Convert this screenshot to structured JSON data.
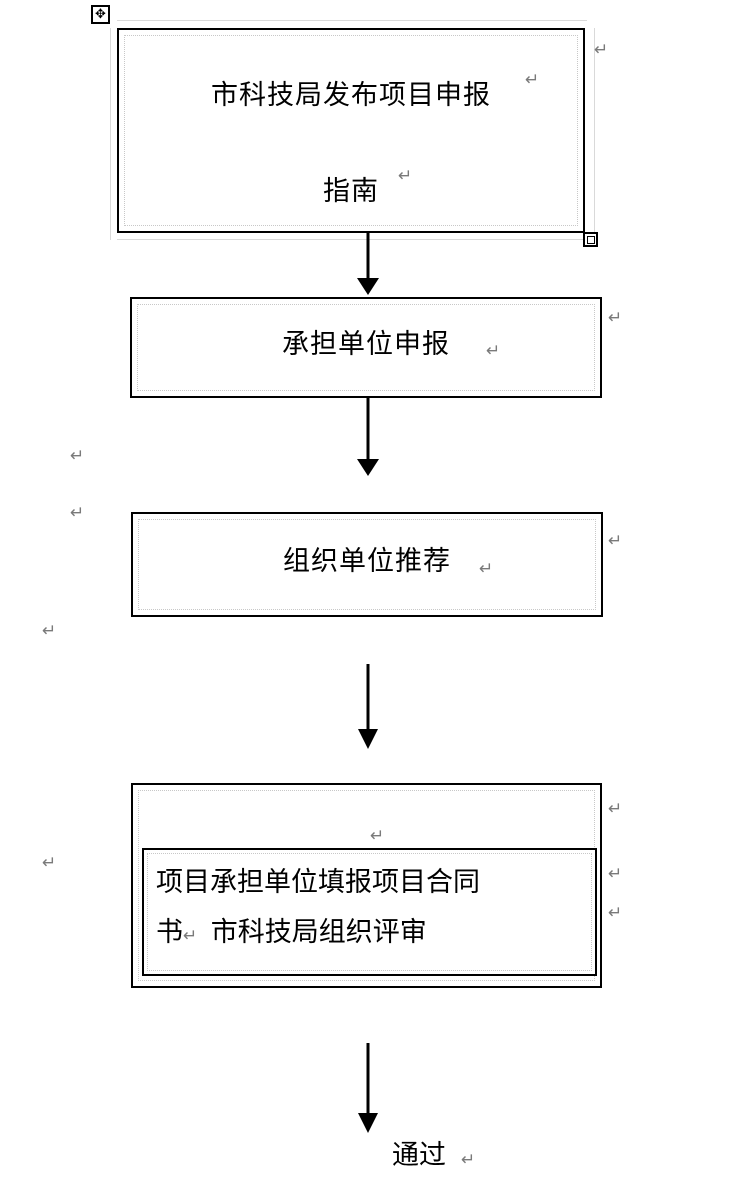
{
  "document": {
    "type": "word-flowchart",
    "title": "项目申报流程图",
    "background": "#ffffff",
    "text_color": "#000000",
    "border_color": "#000000",
    "gridline_color": "#c8c8c8",
    "pilcrow_color": "#7a7a7a"
  },
  "pilcrow": {
    "glyph": "↵"
  },
  "handles": {
    "move_handle_glyph": "✥",
    "move_handle_name": "table-move-handle",
    "resize_handle_name": "table-resize-handle"
  },
  "flow": {
    "nodes": [
      {
        "id": "node-1",
        "lines": [
          "市科技局发布项目申报",
          "指南"
        ],
        "line1": "市科技局发布项目申报",
        "line2": "指南",
        "selected": true
      },
      {
        "id": "node-2",
        "line1": "承担单位申报",
        "selected": false
      },
      {
        "id": "node-3",
        "line1": "组织单位推荐",
        "selected": false
      },
      {
        "id": "node-4",
        "nested": true,
        "line1": "项目承担单位填报项目合同",
        "line2a": "书",
        "line2b": "市科技局组织评审",
        "selected": false
      }
    ],
    "outcome_label": "通过",
    "connectors": [
      {
        "id": "arrow-1",
        "from": "node-1",
        "to": "node-2"
      },
      {
        "id": "arrow-2",
        "from": "node-2",
        "to": "node-3"
      },
      {
        "id": "arrow-3",
        "from": "node-3",
        "to": "node-4"
      },
      {
        "id": "arrow-4",
        "from": "node-4",
        "to": "outcome"
      }
    ]
  }
}
